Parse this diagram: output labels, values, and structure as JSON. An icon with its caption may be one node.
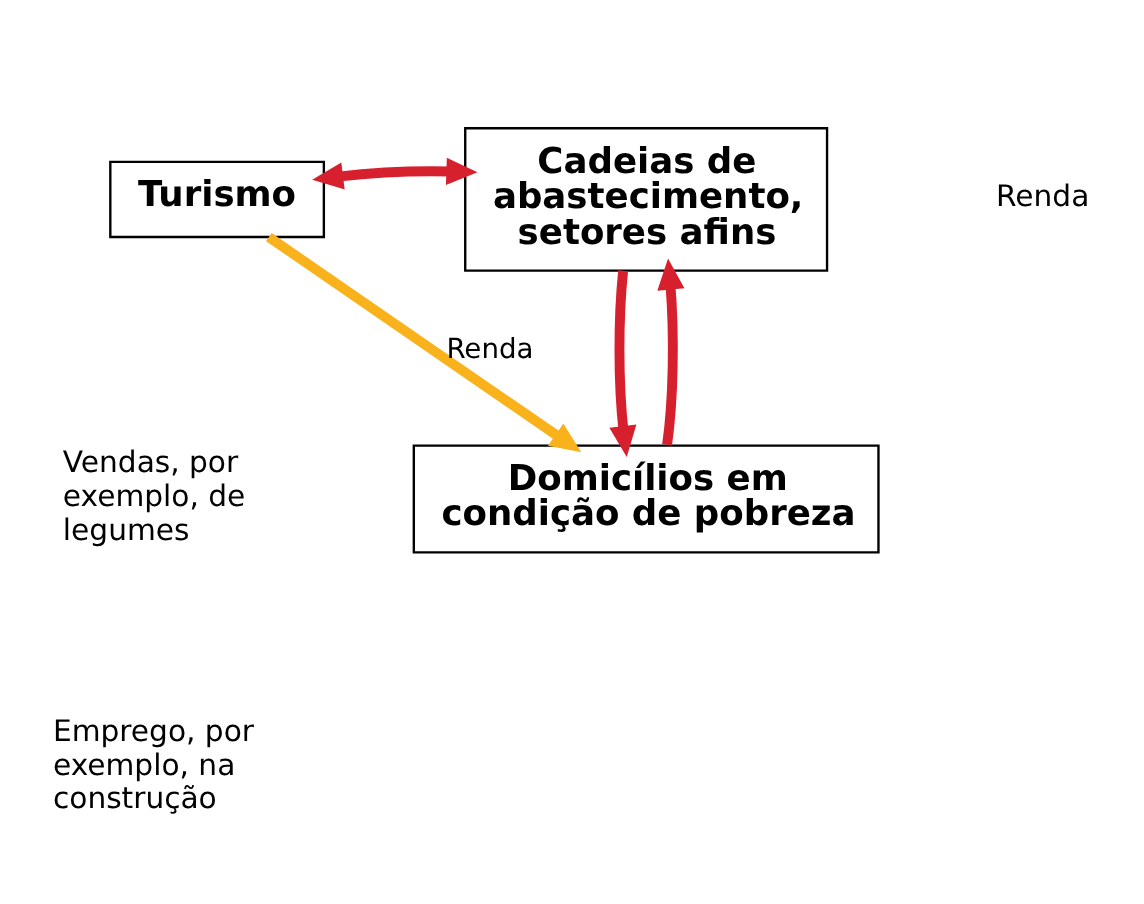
{
  "diagram": {
    "nodes": [
      {
        "text": [
          "Turismo"
        ]
      },
      {
        "text": [
          "Cadeias de abastecimento, setores afins"
        ]
      },
      {
        "text": [
          "Domicílios em condição de pobreza"
        ]
      }
    ],
    "edges": [
      {
        "from": 0,
        "to": 1,
        "arrow": "both",
        "color": "#d7202e"
      },
      {
        "from": 0,
        "to": 2,
        "arrow": "to",
        "label": "Renda",
        "color": "#f9b21b"
      },
      {
        "from": 1,
        "to": 2,
        "arrow": "to",
        "color": "#d7202e"
      },
      {
        "from": 2,
        "to": 1,
        "arrow": "to",
        "color": "#d7202e"
      }
    ],
    "labels": [
      "Renda",
      "Vendas, por exemplo, de legumes",
      "Emprego, por exemplo, na construção"
    ]
  }
}
